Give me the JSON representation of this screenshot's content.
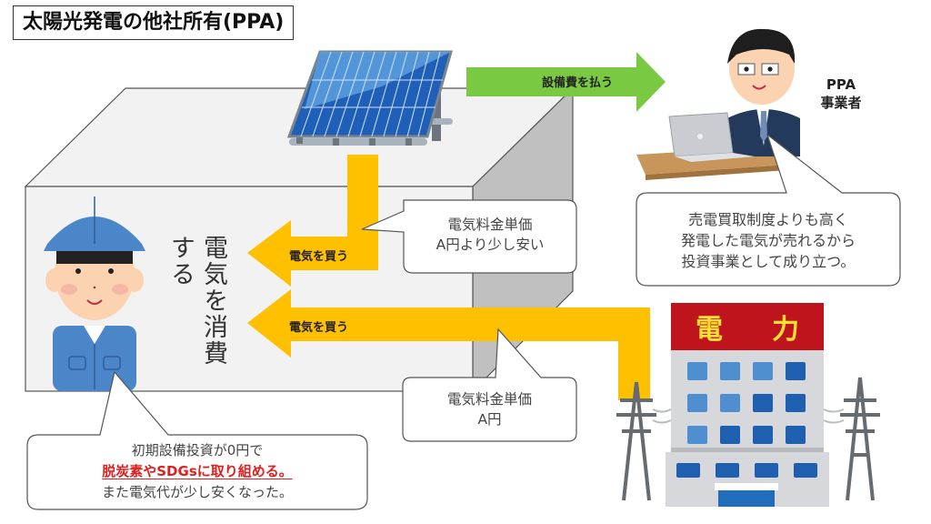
{
  "title": "太陽光発電の他社所有(PPA)",
  "consumer": {
    "vertical_text": "電気を消費する",
    "speech": {
      "line1": "初期設備投資が0円で",
      "line2_emphasis": "脱炭素やSDGsに取り組める。",
      "line3": "また電気代が少し安くなった。"
    }
  },
  "ppa_operator": {
    "label_line1": "PPA",
    "label_line2": "事業者",
    "speech": {
      "line1": "売電買取制度よりも高く",
      "line2": "発電した電気が売れるから",
      "line3": "投資事業として成り立つ。"
    }
  },
  "arrows": {
    "pay_equipment": "設備費を払う",
    "buy_power_solar": "電気を買う",
    "buy_power_utility": "電気を買う"
  },
  "price_bubbles": {
    "solar": {
      "line1": "電気料金単価",
      "line2": "A円より少し安い"
    },
    "utility": {
      "line1": "電気料金単価",
      "line2": "A円"
    }
  },
  "utility": {
    "sign_char1": "電",
    "sign_char2": "力"
  },
  "colors": {
    "arrow_green": "#7ac943",
    "arrow_yellow": "#ffc000",
    "building_box": "#f2f2f2",
    "building_side": "#c0c0c0",
    "utility_sign_red": "#c0141c",
    "utility_sign_text": "#ffe033",
    "emphasis_red": "#e02020"
  }
}
